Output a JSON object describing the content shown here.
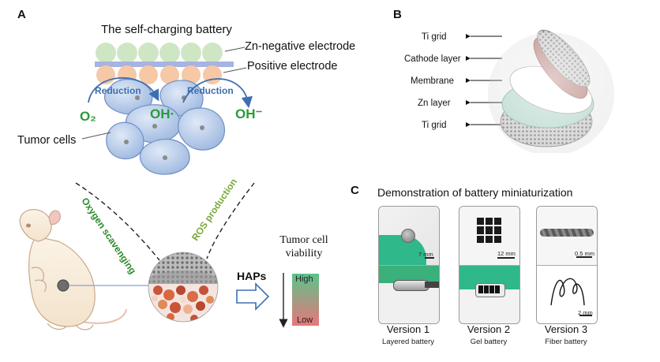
{
  "panel_a": {
    "letter": "A",
    "title": "The self-charging battery",
    "zn_label": "Zn-negative electrode",
    "positive_label": "Positive electrode",
    "reduction_left": "Reduction",
    "reduction_right": "Reduction",
    "o2_label": "O₂",
    "oh_radical_label": "OH·",
    "oh_minus_label": "OH⁻",
    "tumor_label": "Tumor cells",
    "oxygen_label": "Oxygen scavenging",
    "ros_label": "ROS production",
    "haps_label": "HAPs",
    "viability_title": "Tumor cell viability",
    "viability_title_line1": "Tumor cell",
    "viability_title_line2": "viability",
    "viability_high": "High",
    "viability_low": "Low",
    "colors": {
      "green_text": "#2a8a2a",
      "ros_green": "#78a83a",
      "reduction_blue": "#3d6fb0",
      "high": "#5bc48a",
      "low": "#e8767a"
    }
  },
  "panel_b": {
    "letter": "B",
    "layers": [
      "Ti grid",
      "Cathode layer",
      "Membrane",
      "Zn layer",
      "Ti grid"
    ]
  },
  "panel_c": {
    "letter": "C",
    "title": "Demonstration of battery miniaturization",
    "versions": [
      {
        "name": "Version 1",
        "type": "Layered battery",
        "scale": "7 mm"
      },
      {
        "name": "Version 2",
        "type": "Gel battery",
        "scale": "12 mm"
      },
      {
        "name": "Version 3",
        "type": "Fiber battery",
        "scale_top": "0.5 mm",
        "scale_bottom": "2 mm"
      }
    ]
  }
}
